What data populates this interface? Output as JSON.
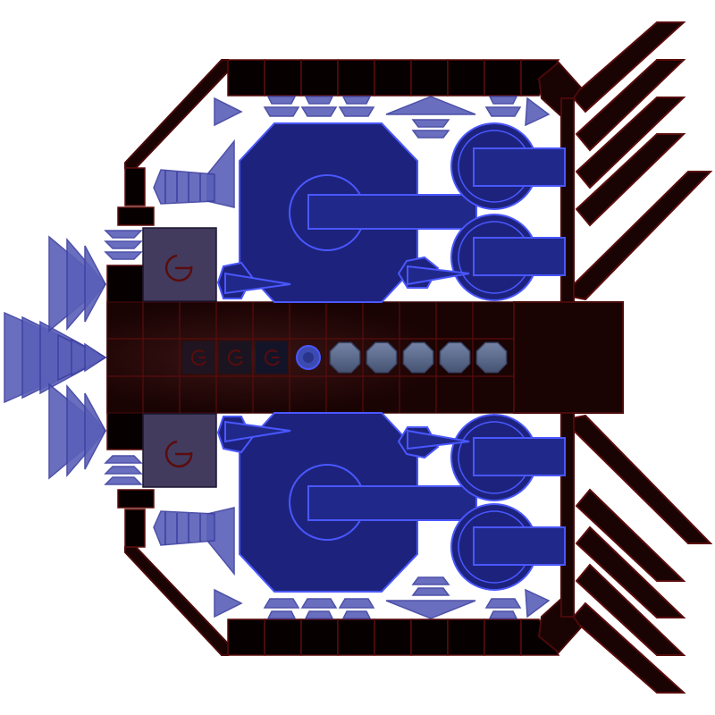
{
  "scene": {
    "background": "#ffffff",
    "palette": {
      "hull": "#1a0303",
      "hull_outline": "#5a0c0c",
      "weapon_blue": "#1d237d",
      "weapon_outline": "#4a57ff",
      "thruster_blue": "#5a5fb8",
      "module_gray": "#423b5e",
      "missile_gray": "#5b6a8c"
    }
  },
  "ship": {
    "turrets": [
      {
        "name": "upper-main-turret",
        "icon": "octagon-turret-icon"
      },
      {
        "name": "lower-main-turret",
        "icon": "octagon-turret-icon"
      }
    ],
    "side_guns": [
      {
        "name": "upper-right-gun-1",
        "icon": "cannon-icon"
      },
      {
        "name": "upper-right-gun-2",
        "icon": "cannon-icon"
      },
      {
        "name": "lower-right-gun-1",
        "icon": "cannon-icon"
      },
      {
        "name": "lower-right-gun-2",
        "icon": "cannon-icon"
      }
    ],
    "power_modules": [
      {
        "name": "upper-power-module",
        "icon": "power-icon"
      },
      {
        "name": "lower-power-module",
        "icon": "power-icon"
      }
    ],
    "spine_icons": [
      "power-icon",
      "power-icon",
      "power-icon",
      "gear-icon"
    ],
    "missile_count": 5,
    "strut_count": 10
  }
}
